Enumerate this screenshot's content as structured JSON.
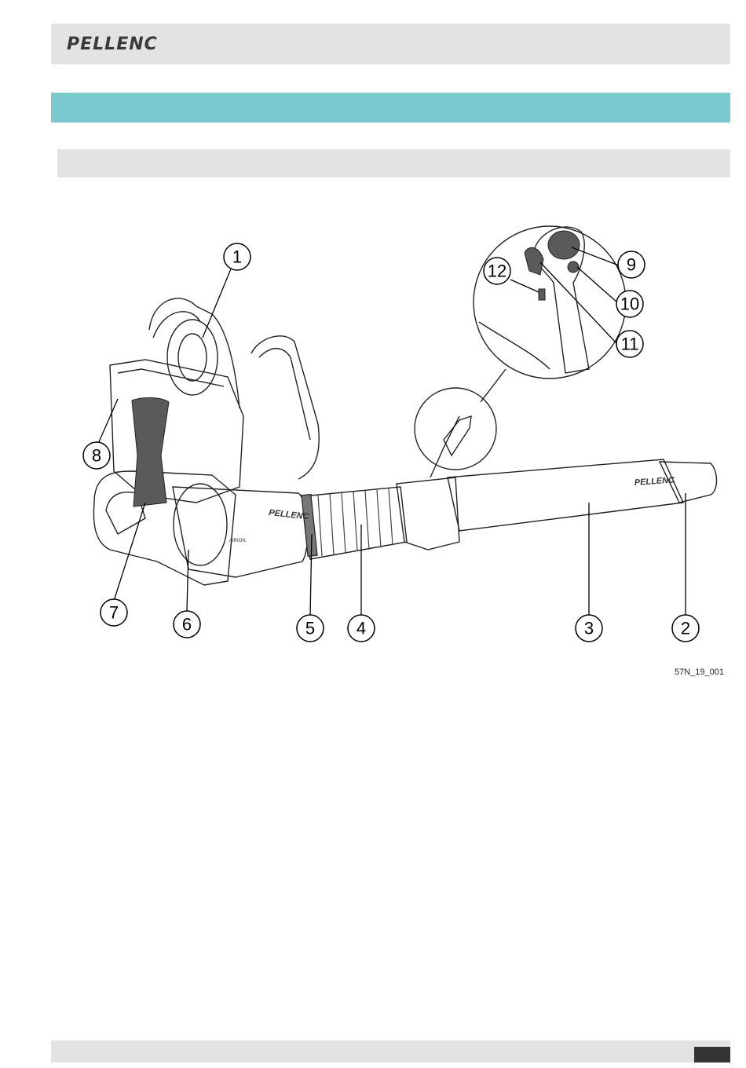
{
  "brand": {
    "logo_text": "PELLENC"
  },
  "figure": {
    "reference": "57N_19_001",
    "callouts": [
      "1",
      "2",
      "3",
      "4",
      "5",
      "6",
      "7",
      "8",
      "9",
      "10",
      "11",
      "12"
    ],
    "tube_logo": "PELLENC",
    "body_logo": "PELLENC",
    "body_model": "AIRION"
  },
  "colors": {
    "teal": "#79c9cf",
    "gray_band": "#e3e3e3",
    "dark": "#333333"
  }
}
